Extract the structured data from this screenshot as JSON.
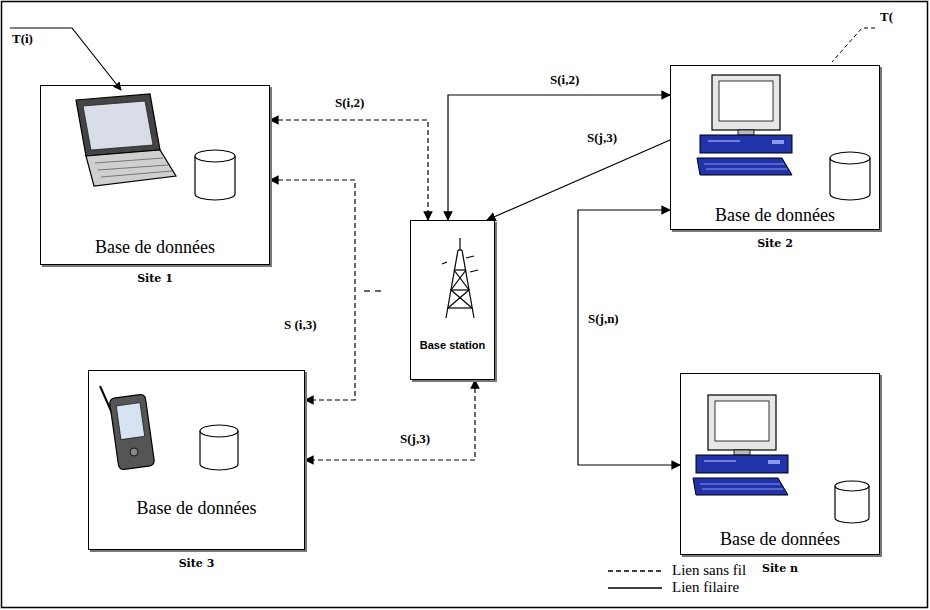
{
  "diagram": {
    "nodes": [
      {
        "text": [
          "Base de données",
          "Site 1"
        ]
      },
      {
        "text": [
          "Base de données",
          "Site 2"
        ]
      },
      {
        "text": [
          "Base station"
        ]
      },
      {
        "text": [
          "Base de données",
          "Site 3"
        ]
      },
      {
        "text": [
          "Base de données",
          "Site n"
        ]
      }
    ],
    "edges": [
      {
        "from": 0,
        "to": 2,
        "label": "S(i,2)",
        "arrow": "both"
      },
      {
        "from": 0,
        "to": 3,
        "label": "S (i,3)",
        "arrow": "both"
      },
      {
        "from": 2,
        "to": 3,
        "label": "S(j,3)",
        "arrow": "both"
      },
      {
        "from": 2,
        "to": 1,
        "label": "S(i,2)",
        "arrow": "both"
      },
      {
        "from": 1,
        "to": 2,
        "label": "S(j,3)",
        "arrow": "to"
      },
      {
        "from": 1,
        "to": 4,
        "label": "S(j,n)",
        "arrow": "both"
      }
    ],
    "labels": [
      "T(i)",
      "T("
    ],
    "legend": [
      {
        "text": "Lien sans fil"
      },
      {
        "text": "Lien filaire"
      }
    ]
  }
}
